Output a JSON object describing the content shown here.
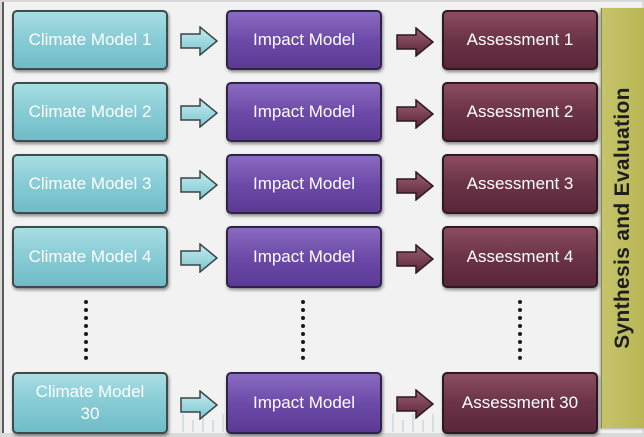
{
  "rows": [
    {
      "climate": "Climate Model 1",
      "impact": "Impact Model",
      "assessment": "Assessment 1"
    },
    {
      "climate": "Climate Model 2",
      "impact": "Impact Model",
      "assessment": "Assessment 2"
    },
    {
      "climate": "Climate Model 3",
      "impact": "Impact Model",
      "assessment": "Assessment 3"
    },
    {
      "climate": "Climate Model 4",
      "impact": "Impact Model",
      "assessment": "Assessment 4"
    },
    {
      "climate": "Climate Model 30",
      "impact": "Impact Model",
      "assessment": "Assessment 30"
    }
  ],
  "synthesis": {
    "label": "Synthesis and Evaluation"
  },
  "colors": {
    "climate": "#8acdd6",
    "impact": "#6d4aa8",
    "assessment": "#6b3347",
    "synthesis": "#c6c46a"
  },
  "icons": {
    "climate_to_impact": "arrow-right-icon",
    "impact_to_assessment": "arrow-right-icon"
  }
}
